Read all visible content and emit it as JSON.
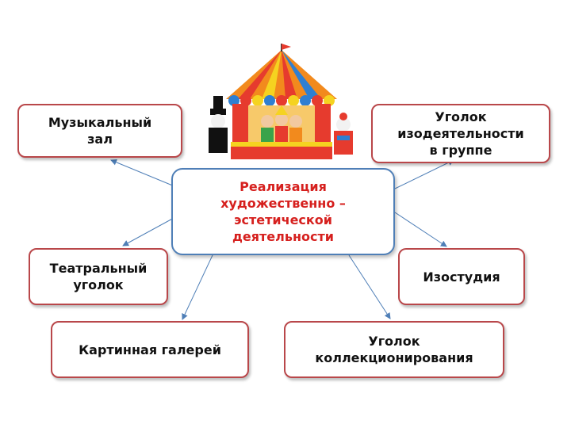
{
  "center": {
    "text": "Реализация\nхудожественно –\nэстетической\nдеятельности"
  },
  "nodes": [
    {
      "id": "music-hall",
      "text": "Музыкальный\nзал"
    },
    {
      "id": "art-corner",
      "text": "Уголок\nизодеятельности\nв группе"
    },
    {
      "id": "theater-corner",
      "text": "Театральный\nуголок"
    },
    {
      "id": "art-studio",
      "text": "Изостудия"
    },
    {
      "id": "picture-gallery",
      "text": "Картинная галерей"
    },
    {
      "id": "collecting-corner",
      "text": "Уголок\nколлекционирования"
    }
  ],
  "colors": {
    "box_border": "#b9474a",
    "center_border": "#4f7fb7",
    "center_text": "#d6201e",
    "arrow": "#4f7fb7"
  },
  "image": {
    "icon": "puppet-theater-illustration"
  }
}
